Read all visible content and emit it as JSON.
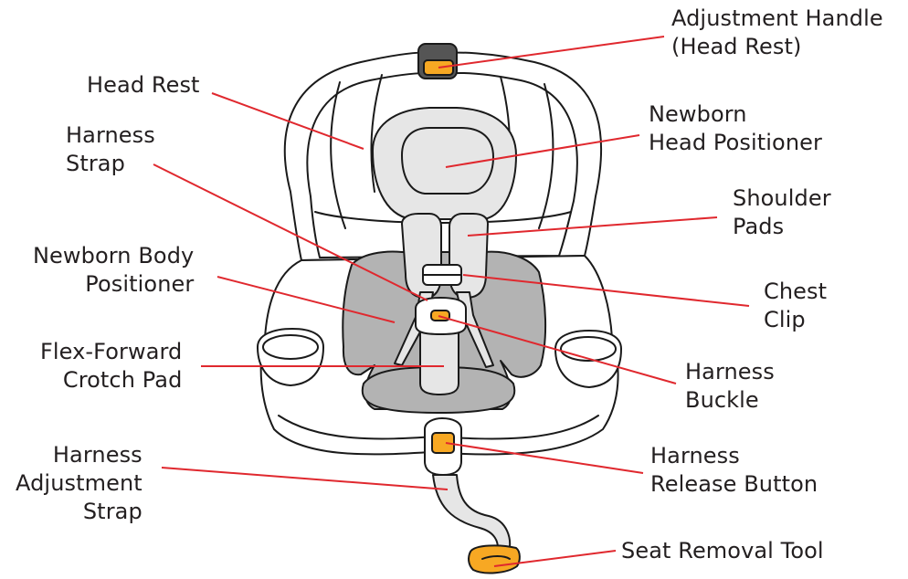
{
  "diagram": {
    "colors": {
      "leader_line": "#e0282e",
      "outline": "#1a1a1a",
      "highlight_orange": "#f7a823",
      "pad_dark_gray": "#b3b3b3",
      "pad_light_gray": "#e6e6e6"
    },
    "labels": {
      "adjustment_handle": "Adjustment Handle\n(Head Rest)",
      "head_rest": "Head Rest",
      "newborn_head_positioner": "Newborn\nHead Positioner",
      "harness_strap": "Harness\nStrap",
      "shoulder_pads": "Shoulder\nPads",
      "newborn_body_positioner": "Newborn Body\nPositioner",
      "chest_clip": "Chest\nClip",
      "flex_forward_crotch_pad": "Flex-Forward\nCrotch Pad",
      "harness_buckle": "Harness\nBuckle",
      "harness_adjustment_strap": "Harness\nAdjustment\nStrap",
      "harness_release_button": "Harness\nRelease Button",
      "seat_removal_tool": "Seat Removal Tool"
    }
  }
}
